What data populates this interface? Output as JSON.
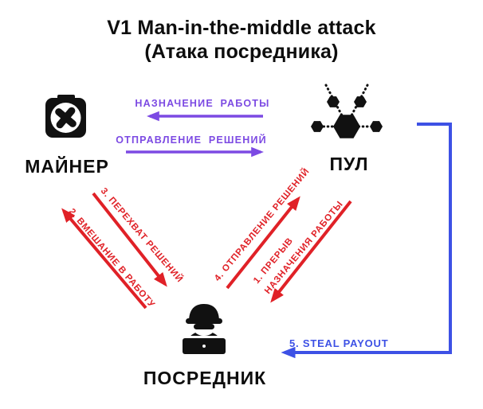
{
  "title": {
    "line1": "V1 Man-in-the-middle attack",
    "line2": "(Атака посредника)"
  },
  "nodes": {
    "miner": {
      "label": "МАЙНЕР",
      "icon": "pickaxe-crate-icon"
    },
    "pool": {
      "label": "ПУЛ",
      "icon": "hexagon-network-icon"
    },
    "middleman": {
      "label": "ПОСРЕДНИК",
      "icon": "hacker-laptop-icon"
    }
  },
  "edges": {
    "assign_work": {
      "label": "НАЗНАЧЕНИЕ РАБОТЫ",
      "direction": "pool-to-miner"
    },
    "send_solutions": {
      "label": "ОТПРАВЛЕНИЕ РЕШЕНИЙ",
      "direction": "miner-to-pool"
    },
    "interfere": {
      "label": "2. ВМЕШАНИЕ В РАБОТУ",
      "direction": "middleman-to-miner"
    },
    "intercept": {
      "label": "3. ПЕРЕХВАТ РЕШЕНИЙ",
      "direction": "miner-to-middleman"
    },
    "forward_solutions": {
      "label": "4. ОТПРАВЛЕНИЕ РЕШЕНИЙ",
      "direction": "middleman-to-pool"
    },
    "interrupt": {
      "line1": "1. ПРЕРЫВ",
      "line2": "НАЗНАЧЕНИЯ РАБОТЫ",
      "direction": "pool-to-middleman"
    },
    "steal_payout": {
      "label": "5. STEAL PAYOUT",
      "direction": "pool-to-middleman"
    }
  },
  "colors": {
    "purple": "#7C4AE3",
    "red": "#E02127",
    "blue": "#3D51E5",
    "ink": "#0D0D0D"
  }
}
